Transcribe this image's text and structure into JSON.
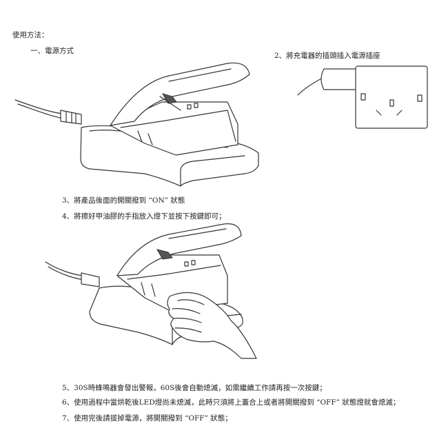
{
  "doc": {
    "title": "使用方法：",
    "section1": "一、電源方式",
    "step2": "2、將充電器的插頭插入電源插座",
    "step3": "3、將產品後面的開關撥到 “ON” 狀態",
    "step4": "4、將擦好甲油膠的手指放入燈下並按下按鍵即可；",
    "step5": "5、30S時蜂鳴器會發出警報，60S後會自動熄滅，如需繼續工作請再按一次按鍵；",
    "step6": "6、使用過程中當烘乾後LED燈尚未熄滅，此時只須將上蓋合上或者將開關撥到 “OFF” 狀態燈就會熄滅；",
    "step7": "7、使用完後請拔掉電源，將開關撥到 “OFF” 狀態；"
  },
  "figures": {
    "device_top": "nail-lamp-icon",
    "plug_socket": "power-socket-icon",
    "device_hand": "nail-lamp-with-hand-icon"
  }
}
